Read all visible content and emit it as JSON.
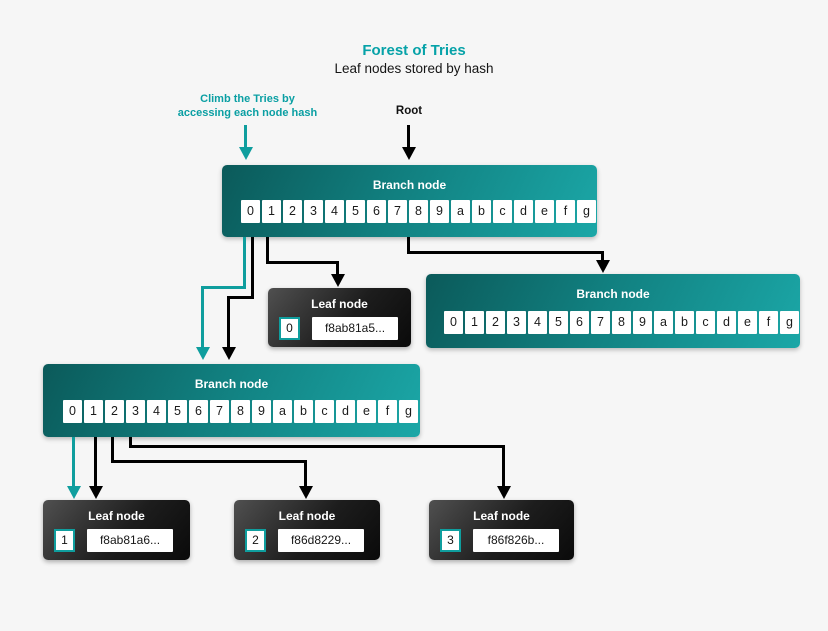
{
  "colors": {
    "background": "#f6f6f6",
    "accent_teal": "#06a2a8",
    "arrow_teal": "#0f9e9e",
    "arrow_black": "#000000",
    "branch_gradient_start": "#0b5a5a",
    "branch_gradient_end": "#1ba7a7",
    "leaf_gradient_start": "#505050",
    "leaf_gradient_end": "#0a0a0a",
    "cell_background": "#ffffff"
  },
  "header": {
    "title": "Forest of Tries",
    "subtitle": "Leaf nodes stored by hash"
  },
  "annotations": {
    "climb_line1": "Climb the Tries by",
    "climb_line2": "accessing each node hash",
    "root_label": "Root"
  },
  "nodes": {
    "branch_root": {
      "title": "Branch node",
      "cells": [
        "0",
        "1",
        "2",
        "3",
        "4",
        "5",
        "6",
        "7",
        "8",
        "9",
        "a",
        "b",
        "c",
        "d",
        "e",
        "f",
        "g"
      ]
    },
    "branch_right": {
      "title": "Branch node",
      "cells": [
        "0",
        "1",
        "2",
        "3",
        "4",
        "5",
        "6",
        "7",
        "8",
        "9",
        "a",
        "b",
        "c",
        "d",
        "e",
        "f",
        "g"
      ]
    },
    "branch_left": {
      "title": "Branch node",
      "cells": [
        "0",
        "1",
        "2",
        "3",
        "4",
        "5",
        "6",
        "7",
        "8",
        "9",
        "a",
        "b",
        "c",
        "d",
        "e",
        "f",
        "g"
      ]
    },
    "leaf_0": {
      "title": "Leaf node",
      "index": "0",
      "hash": "f8ab81a5..."
    },
    "leaf_1": {
      "title": "Leaf node",
      "index": "1",
      "hash": "f8ab81a6..."
    },
    "leaf_2": {
      "title": "Leaf node",
      "index": "2",
      "hash": "f86d8229..."
    },
    "leaf_3": {
      "title": "Leaf node",
      "index": "3",
      "hash": "f86f826b..."
    }
  }
}
